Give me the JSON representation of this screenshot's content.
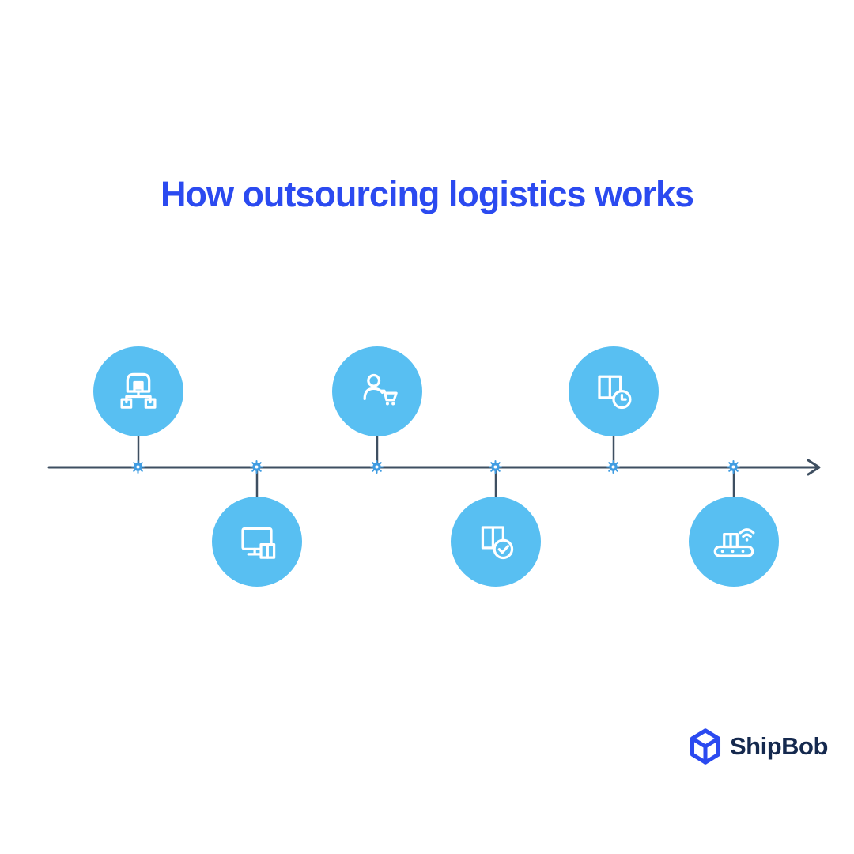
{
  "title": "How outsourcing logistics works",
  "colors": {
    "title-blue": "#2b4af0",
    "circle-blue": "#58bff2",
    "timeline": "#3e4f61",
    "marker-blue": "#3f9ce2",
    "logo-navy": "#15294e",
    "logo-blue": "#2b4af0",
    "background": "#ffffff"
  },
  "timeline": {
    "direction": "left-to-right",
    "nodes": [
      {
        "icon": "warehouse-distribution-icon",
        "position": "above"
      },
      {
        "icon": "computer-order-icon",
        "position": "below"
      },
      {
        "icon": "customer-cart-icon",
        "position": "above"
      },
      {
        "icon": "package-check-icon",
        "position": "below"
      },
      {
        "icon": "package-clock-icon",
        "position": "above"
      },
      {
        "icon": "conveyor-scan-icon",
        "position": "below"
      }
    ]
  },
  "logo": {
    "text": "ShipBob"
  }
}
